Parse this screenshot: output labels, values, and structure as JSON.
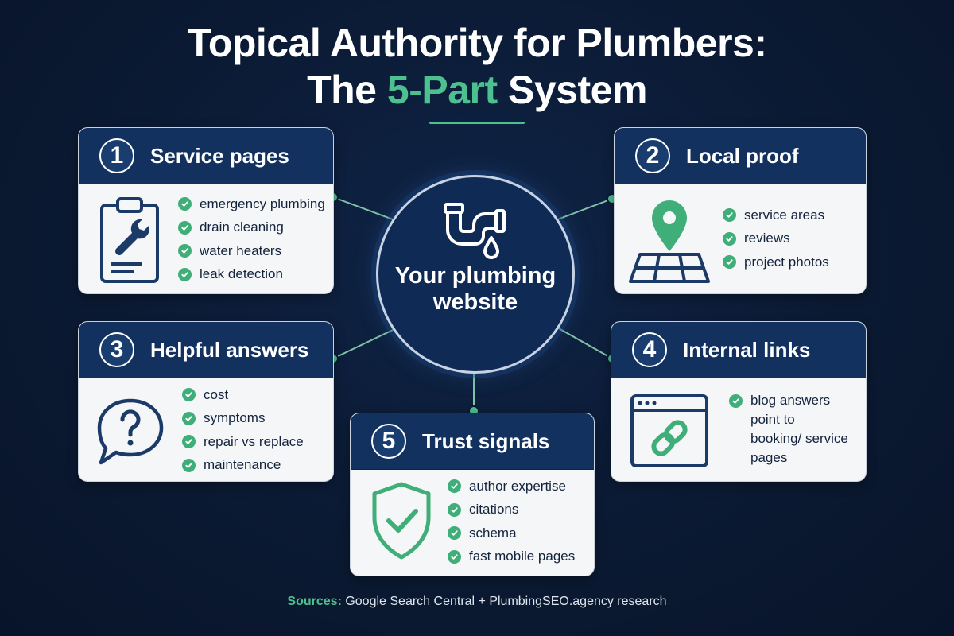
{
  "title": {
    "line1": "Topical Authority for Plumbers:",
    "line2_pre": "The ",
    "line2_accent": "5-Part",
    "line2_post": " System"
  },
  "center": {
    "label": "Your plumbing website",
    "icon": "pipe-drop-icon"
  },
  "cards": [
    {
      "number": "1",
      "title": "Service pages",
      "icon": "clipboard-wrench-icon",
      "items": [
        "emergency plumbing",
        "drain cleaning",
        "water heaters",
        "leak detection"
      ]
    },
    {
      "number": "2",
      "title": "Local proof",
      "icon": "map-pin-icon",
      "items": [
        "service areas",
        "reviews",
        "project photos"
      ]
    },
    {
      "number": "3",
      "title": "Helpful answers",
      "icon": "question-bubble-icon",
      "items": [
        "cost",
        "symptoms",
        "repair vs replace",
        "maintenance"
      ]
    },
    {
      "number": "4",
      "title": "Internal links",
      "icon": "browser-link-icon",
      "items": [
        "blog answers point to booking/ service pages"
      ]
    },
    {
      "number": "5",
      "title": "Trust signals",
      "icon": "shield-check-icon",
      "items": [
        "author expertise",
        "citations",
        "schema",
        "fast mobile pages"
      ]
    }
  ],
  "footer": {
    "label": "Sources:",
    "text": " Google Search Central + PlumbingSEO.agency research"
  },
  "colors": {
    "background": "#0b1a33",
    "card_header": "#12315f",
    "accent_green": "#4cc08f",
    "check_green": "#3fae79",
    "icon_navy": "#1b3a68"
  }
}
